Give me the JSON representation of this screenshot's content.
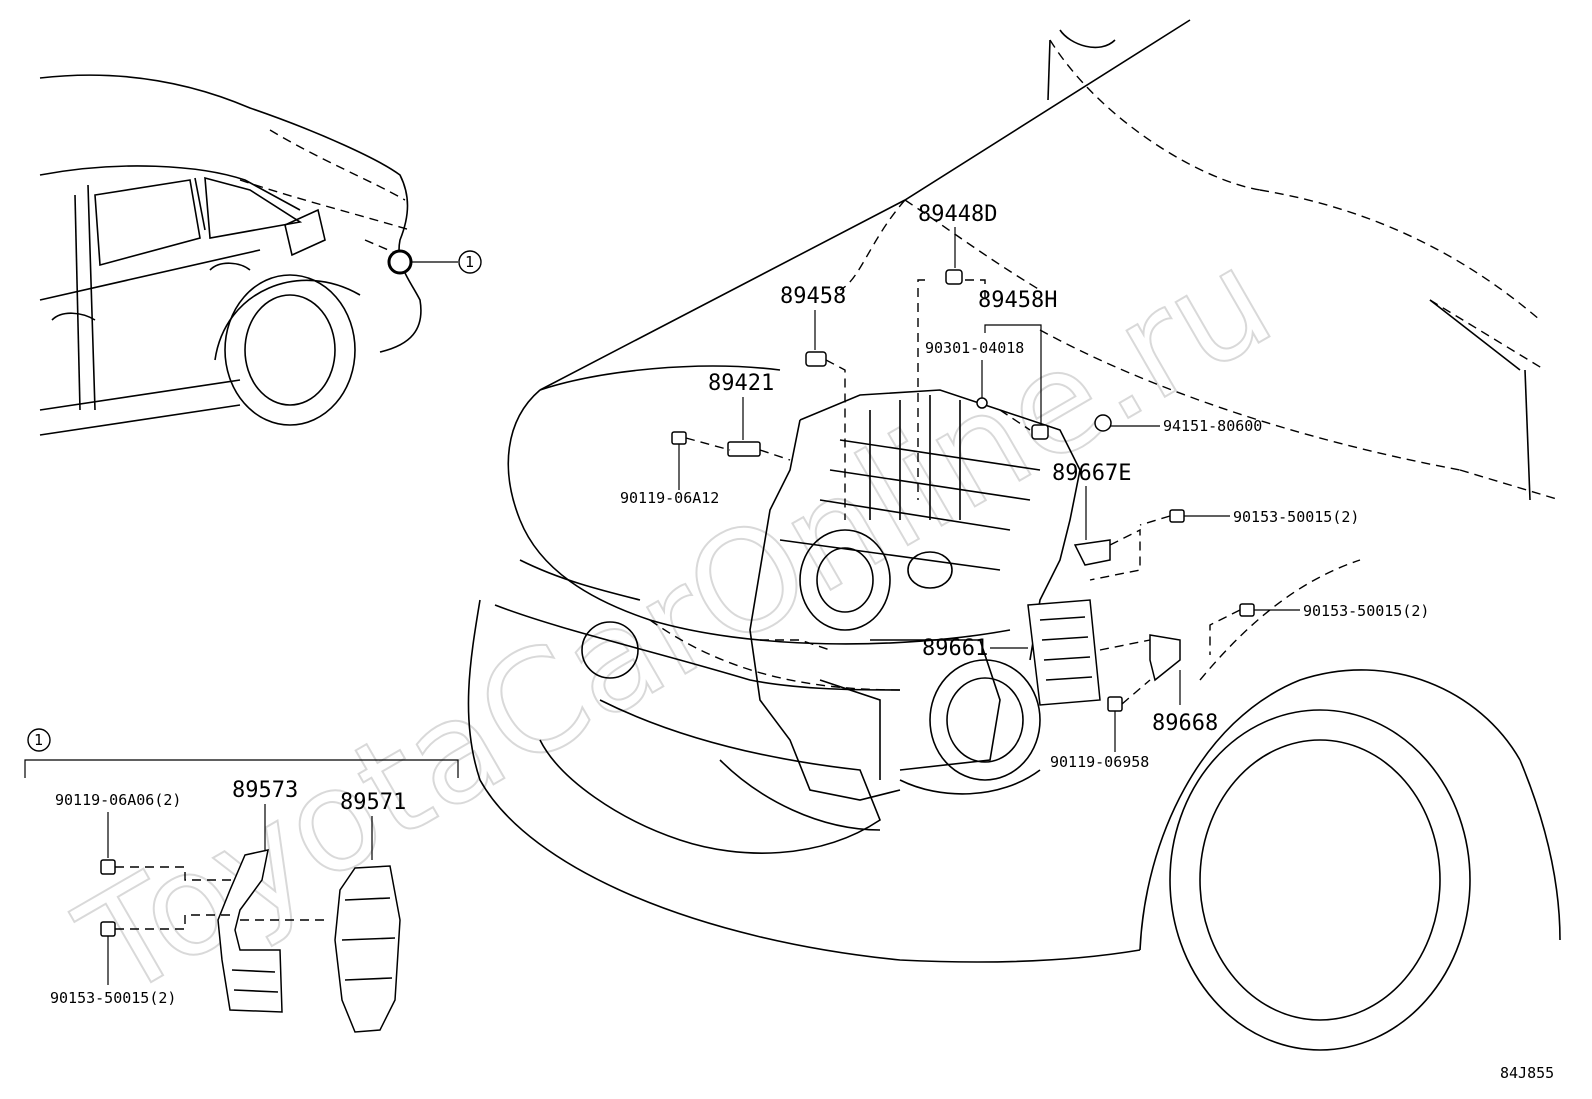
{
  "watermark": "ToyotaCarOnline.ru",
  "ref_code": "84J855",
  "callout_marker": "1",
  "parts": {
    "p89448D": "89448D",
    "p89458": "89458",
    "p89458H": "89458H",
    "p90301_04018": "90301-04018",
    "p89421": "89421",
    "p94151_80600": "94151-80600",
    "p89667E": "89667E",
    "p90119_06A12": "90119-06A12",
    "p90153_50015_a": "90153-50015(2)",
    "p90153_50015_b": "90153-50015(2)",
    "p89661": "89661",
    "p89668": "89668",
    "p90119_06958": "90119-06958",
    "p90119_06A06": "90119-06A06(2)",
    "p89573": "89573",
    "p89571": "89571",
    "p90153_50015_c": "90153-50015(2)"
  }
}
